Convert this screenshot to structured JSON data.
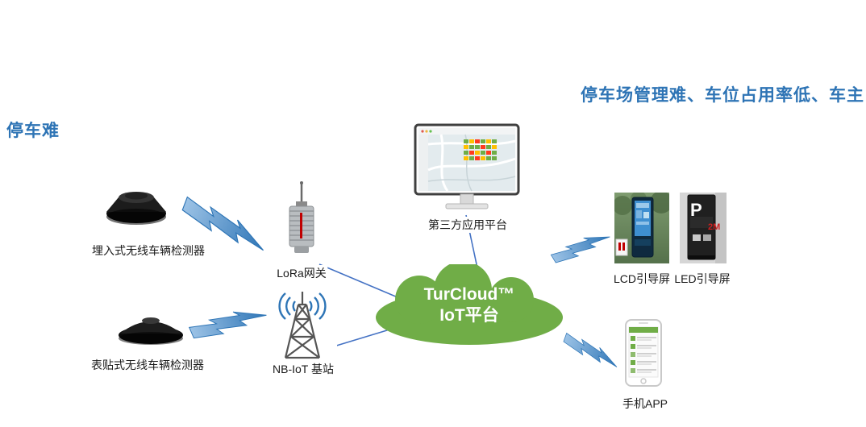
{
  "headings": {
    "right": "停车场管理难、车位占用率低、车主",
    "left": "停车难"
  },
  "cloud": {
    "name_line": "TurCloud™",
    "platform_line": "IoT平台"
  },
  "labels": {
    "embedded_detector": "埋入式无线车辆检测器",
    "lora_gateway": "LoRa网关",
    "surface_detector": "表贴式无线车辆检测器",
    "nbiot_station": "NB-IoT 基站",
    "third_party_platform": "第三方应用平台",
    "lcd_screen": "LCD引导屏",
    "led_screen": "LED引导屏",
    "phone_app": "手机APP"
  },
  "led_screen_text": {
    "parking_symbol": "P",
    "clearance": "2M"
  },
  "colors": {
    "heading_blue": "#2E74B5",
    "cloud_green": "#70AD47",
    "connector_blue": "#4472C4",
    "bolt_fill": "#5B9BD5",
    "bolt_edge": "#2E75B6"
  }
}
